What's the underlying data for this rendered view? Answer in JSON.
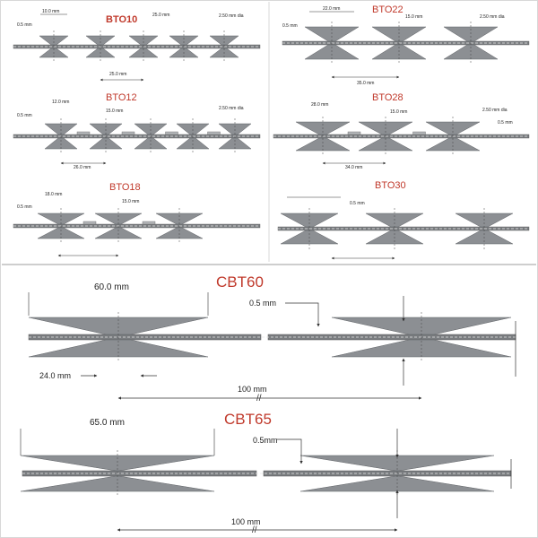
{
  "colors": {
    "blade": "#8c8f93",
    "blade_light": "#b3b6b9",
    "core": "#7a7d80",
    "title": "#c0392b",
    "dim_line": "#333333",
    "panel_border": "#d0d0d0"
  },
  "panels": [
    {
      "id": "bto10",
      "title": "BTO10",
      "labels": {
        "blade_width": "10.0 mm",
        "thickness": "0.5 mm",
        "spacing": "25.0 mm",
        "spacing_top": "25.0 mm",
        "wire": "2.50 mm dia"
      }
    },
    {
      "id": "bto22",
      "title": "BTO22",
      "labels": {
        "blade_width": "22.0 mm",
        "thickness": "0.5 mm",
        "spacing": "35.0 mm",
        "top_mid": "15.0 mm",
        "wire": "2.50 mm dia"
      }
    },
    {
      "id": "bto12",
      "title": "BTO12",
      "labels": {
        "blade_width": "12.0 mm",
        "thickness": "0.5 mm",
        "spacing": "26.0 mm",
        "top_mid": "15.0 mm",
        "wire": "2.50 mm dia"
      }
    },
    {
      "id": "bto28",
      "title": "BTO28",
      "labels": {
        "blade_width": "28.0 mm",
        "thickness": "0.5 mm",
        "spacing": "34.0 mm",
        "top_mid": "15.0 mm",
        "wire": "2.50 mm dia"
      }
    },
    {
      "id": "bto18",
      "title": "BTO18",
      "labels": {
        "blade_width": "18.0 mm",
        "thickness": "0.5 mm",
        "top_mid": "15.0 mm"
      }
    },
    {
      "id": "bto30",
      "title": "BTO30",
      "labels": {
        "thickness": "0.5 mm"
      }
    }
  ],
  "cbt60": {
    "title": "CBT60",
    "blade_width": "60.0 mm",
    "thickness": "0.5 mm",
    "gap": "24.0 mm",
    "spacing": "100 mm"
  },
  "cbt65": {
    "title": "CBT65",
    "blade_width": "65.0 mm",
    "thickness": "0.5mm",
    "spacing": "100 mm"
  }
}
